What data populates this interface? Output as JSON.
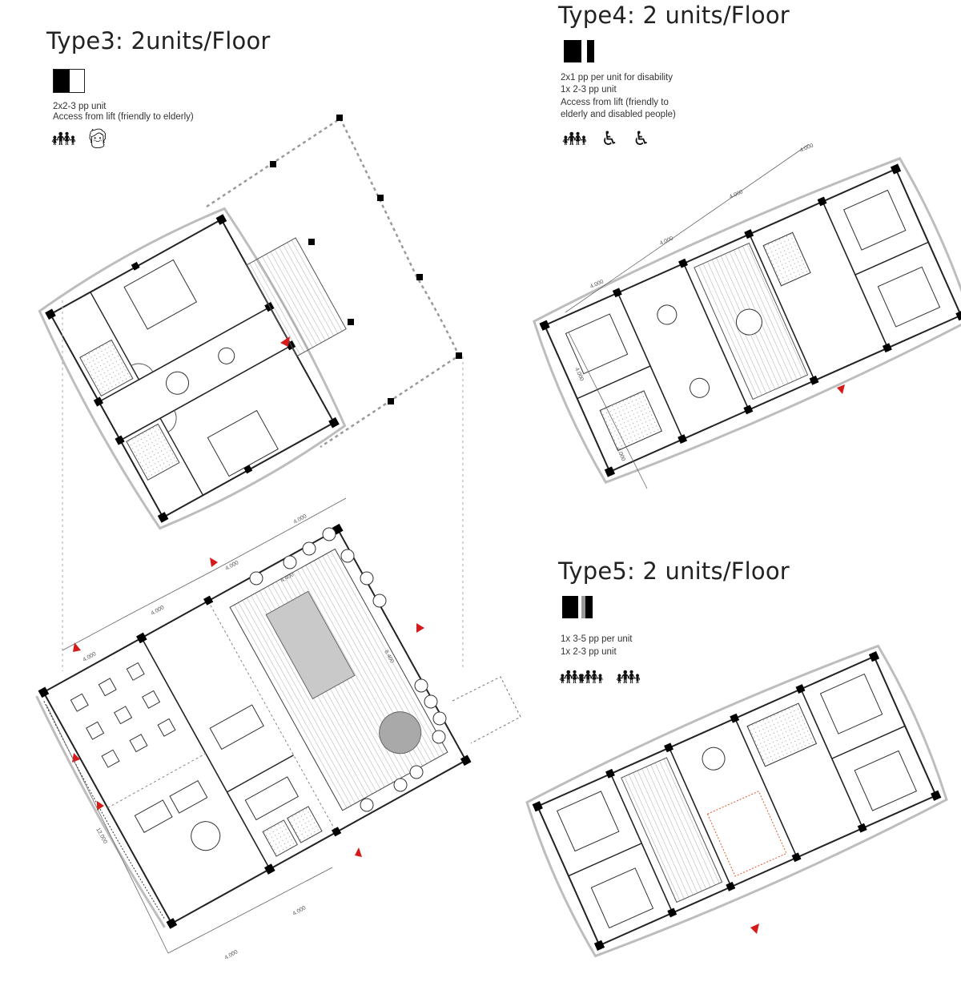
{
  "type3": {
    "title": "Type3: 2units/Floor",
    "notes": [
      "2x2-3 pp unit",
      "Access from lift (friendly to elderly)"
    ],
    "icons": [
      "family-icon",
      "elderly-couple-icon"
    ]
  },
  "type4": {
    "title": "Type4: 2 units/Floor",
    "notes": [
      "2x1 pp per unit for disability",
      "1x 2-3 pp unit",
      "Access from lift (friendly to",
      "elderly and disabled people)"
    ],
    "icons": [
      "family-icon",
      "wheelchair-icon",
      "wheelchair-icon"
    ]
  },
  "type5": {
    "title": "Type5: 2 units/Floor",
    "notes": [
      "1x 3-5 pp per unit",
      "1x 2-3 pp unit"
    ],
    "icons": [
      "large-family-icon",
      "family-icon"
    ]
  },
  "dimensions": {
    "d4000": "4.000",
    "d4400": "4.400",
    "d8400": "8.400",
    "d12000": "12.000"
  },
  "colors": {
    "wall": "#1a1a1a",
    "column": "#000000",
    "entrance_marker": "#d61a1a",
    "stair_highlight": "#e05a2a",
    "outline": "#bfbfbf"
  }
}
